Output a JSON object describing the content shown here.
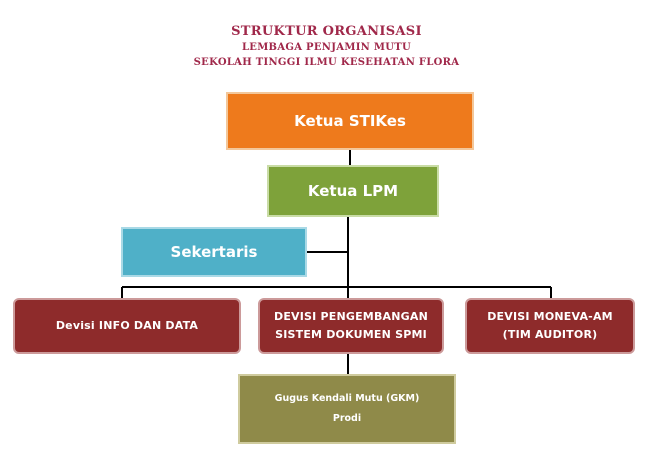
{
  "header": {
    "title": "STRUKTUR ORGANISASI",
    "line2": "LEMBAGA PENJAMIN MUTU",
    "line3": "SEKOLAH TINGGI ILMU KESEHATAN FLORA"
  },
  "chart": {
    "ketua": "Ketua STIKes",
    "lpm": "Ketua LPM",
    "sekretaris": "Sekertaris",
    "divisions": [
      {
        "lines": [
          "Devisi INFO DAN DATA"
        ]
      },
      {
        "lines": [
          "DEVISI PENGEMBANGAN",
          "SISTEM DOKUMEN SPMI"
        ]
      },
      {
        "lines": [
          "DEVISI MONEVA-AM",
          "(TIM AUDITOR)"
        ]
      }
    ],
    "gugus": {
      "line1": "Gugus Kendali Mutu (GKM)",
      "line2": "Prodi"
    }
  },
  "colors": {
    "ketua": "#ee7a1c",
    "lpm": "#7ea23a",
    "sekretaris": "#4fb0c8",
    "division": "#8e2b2b",
    "gugus": "#8f8a49",
    "title": "#a0284a"
  }
}
